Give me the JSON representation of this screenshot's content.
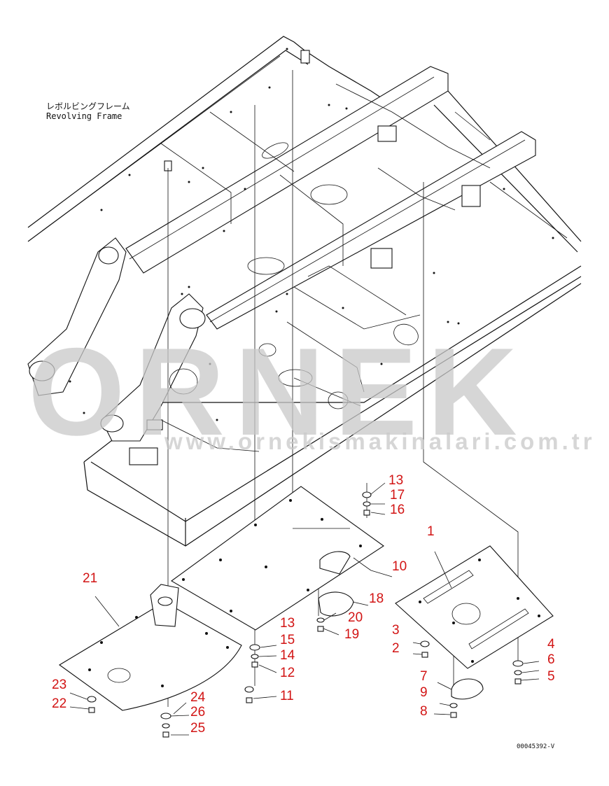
{
  "frame_label": {
    "japanese": "レボルビングフレーム",
    "english": "Revolving Frame"
  },
  "watermark": {
    "brand": "ORNEK",
    "url": "www.ornekismakinalari.com.tr"
  },
  "callouts": [
    {
      "id": "c13a",
      "text": "13"
    },
    {
      "id": "c17",
      "text": "17"
    },
    {
      "id": "c16",
      "text": "16"
    },
    {
      "id": "c1",
      "text": "1"
    },
    {
      "id": "c10",
      "text": "10"
    },
    {
      "id": "c21",
      "text": "21"
    },
    {
      "id": "c18",
      "text": "18"
    },
    {
      "id": "c20",
      "text": "20"
    },
    {
      "id": "c19",
      "text": "19"
    },
    {
      "id": "c13b",
      "text": "13"
    },
    {
      "id": "c15",
      "text": "15"
    },
    {
      "id": "c14",
      "text": "14"
    },
    {
      "id": "c12",
      "text": "12"
    },
    {
      "id": "c11",
      "text": "11"
    },
    {
      "id": "c3",
      "text": "3"
    },
    {
      "id": "c2",
      "text": "2"
    },
    {
      "id": "c4",
      "text": "4"
    },
    {
      "id": "c6",
      "text": "6"
    },
    {
      "id": "c5",
      "text": "5"
    },
    {
      "id": "c7",
      "text": "7"
    },
    {
      "id": "c9",
      "text": "9"
    },
    {
      "id": "c8",
      "text": "8"
    },
    {
      "id": "c23",
      "text": "23"
    },
    {
      "id": "c22",
      "text": "22"
    },
    {
      "id": "c24",
      "text": "24"
    },
    {
      "id": "c26",
      "text": "26"
    },
    {
      "id": "c25",
      "text": "25"
    }
  ],
  "document_code": "00045392-V"
}
